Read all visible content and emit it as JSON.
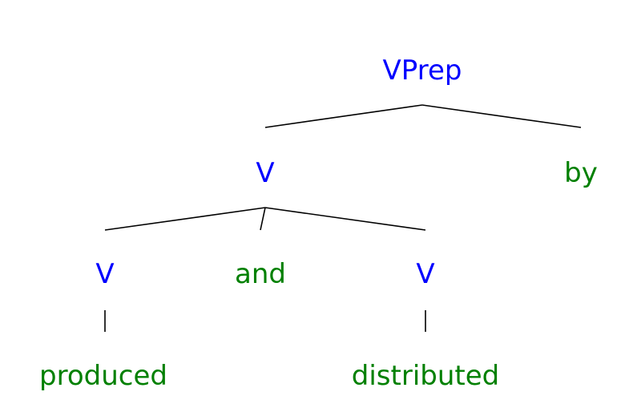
{
  "colors": {
    "category": "#0000ff",
    "word": "#008000",
    "edge": "#000000"
  },
  "tree": {
    "root": {
      "label": "VPrep",
      "type": "category"
    },
    "v_coord": {
      "label": "V",
      "type": "category"
    },
    "by": {
      "label": "by",
      "type": "word"
    },
    "v_left": {
      "label": "V",
      "type": "category"
    },
    "and": {
      "label": "and",
      "type": "word"
    },
    "v_right": {
      "label": "V",
      "type": "category"
    },
    "produced": {
      "label": "produced",
      "type": "word"
    },
    "distributed": {
      "label": "distributed",
      "type": "word"
    }
  }
}
